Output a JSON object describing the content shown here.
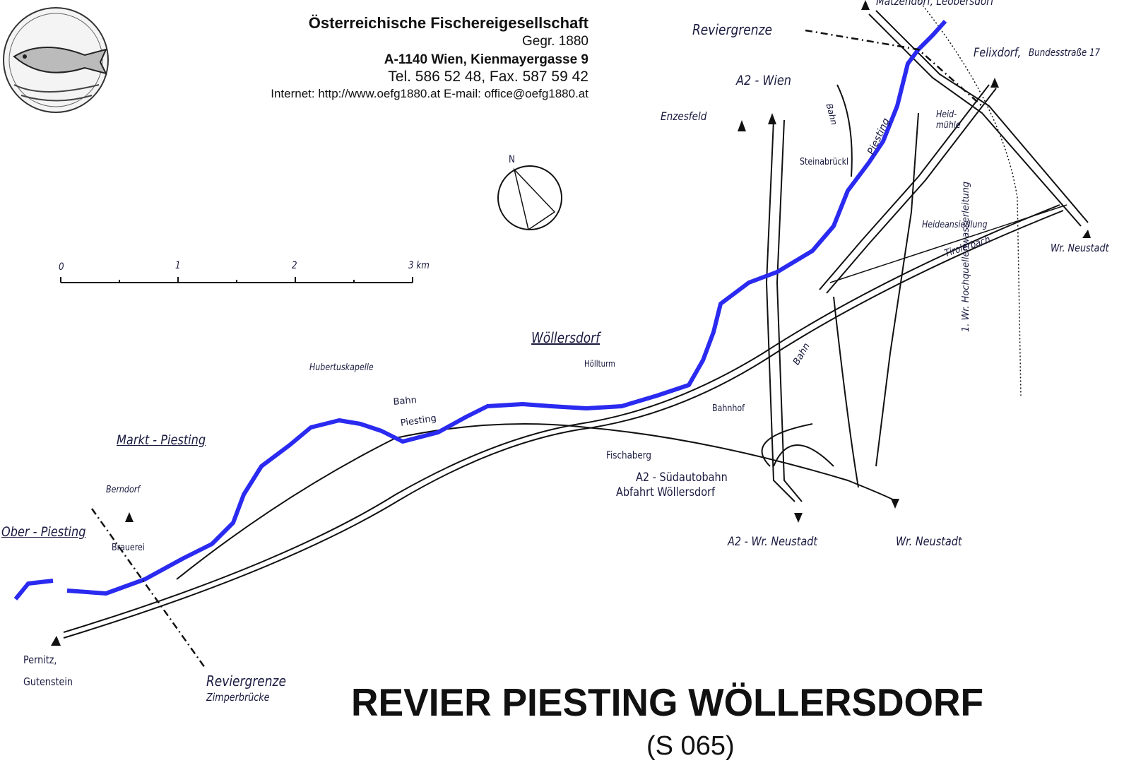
{
  "header": {
    "organization": "Österreichische Fischereigesellschaft",
    "founded": "Gegr. 1880",
    "address": "A-1140 Wien, Kienmayergasse 9",
    "phone_fax": "Tel. 586 52 48, Fax. 587 59 42",
    "web_email": "Internet: http://www.oefg1880.at   E-mail: office@oefg1880.at"
  },
  "map": {
    "title": "REVIER PIESTING WÖLLERSDORF",
    "code": "(S 065)",
    "compass": "N",
    "scale": {
      "ticks": [
        "0",
        "1",
        "2",
        "3 km"
      ]
    },
    "colors": {
      "river": "#2a2af0",
      "lines": "#111111"
    },
    "labels": {
      "reviergrenze_top": "Reviergrenze",
      "matzendorf": "Matzendorf, Leobersdorf",
      "felixdorf": "Felixdorf,",
      "bundesstrasse": "Bundesstraße 17",
      "a2_wien": "A2 - Wien",
      "enzesfeld": "Enzesfeld",
      "bahn_top": "Bahn",
      "piesting_top": "Piesting",
      "heidmuehle": "Heid-\nmühle",
      "steinabrueckl": "Steinabrückl",
      "heideansiedlung": "Heideansiedlung",
      "wr_neustadt_right": "Wr. Neustadt",
      "tirolerbach": "Tirolerbach",
      "hochquellen": "1. Wr. Hochquellenwasserleitung",
      "woellersdorf": "Wöllersdorf",
      "hoellturm": "Höllturm",
      "bahn_mid": "Bahn",
      "bahnhof": "Bahnhof",
      "fischaberg": "Fischaberg",
      "a2_sued": "A2 - Südautobahn",
      "abfahrt": "Abfahrt Wöllersdorf",
      "a2_wrneustadt": "A2 - Wr. Neustadt",
      "wr_neustadt_bottom": "Wr. Neustadt",
      "hubertuskapelle": "Hubertuskapelle",
      "bahn_left": "Bahn",
      "piesting_mid": "Piesting",
      "markt_piesting": "Markt - Piesting",
      "berndorf": "Berndorf",
      "ober_piesting": "Ober - Piesting",
      "brauerei": "Brauerei",
      "pernitz": "Pernitz,",
      "gutenstein": "Gutenstein",
      "reviergrenze_bottom": "Reviergrenze",
      "zimperbruecke": "Zimperbrücke"
    }
  }
}
